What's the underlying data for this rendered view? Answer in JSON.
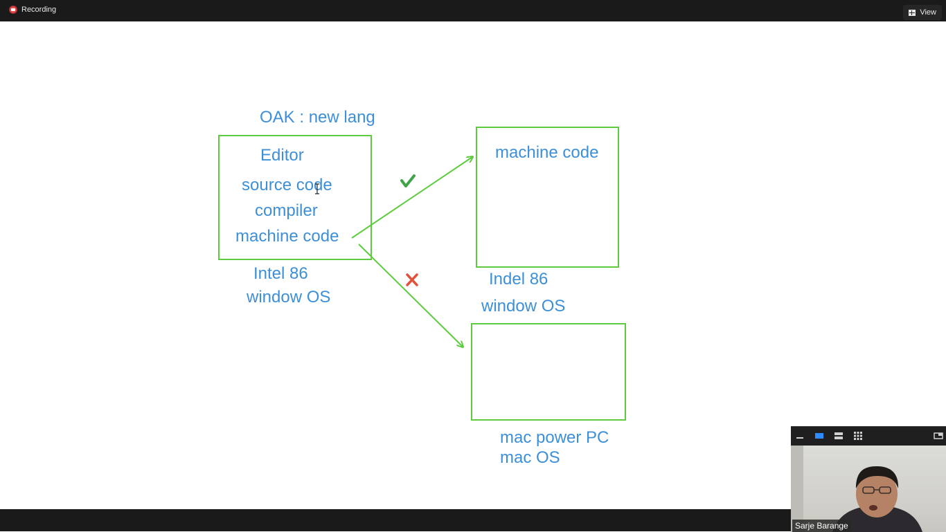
{
  "top_bar": {
    "recording_label": "Recording",
    "view_label": "View"
  },
  "whiteboard": {
    "heading": "OAK : new lang",
    "source_box": {
      "lines": [
        "Editor",
        "source code",
        "compiler",
        "machine code"
      ]
    },
    "source_caption": [
      "Intel 86",
      "window OS"
    ],
    "target_box_text": "machine code",
    "target_caption": [
      "Indel 86",
      "window OS"
    ],
    "mac_caption": [
      "mac power PC",
      "mac OS"
    ],
    "colors": {
      "text": "#3d8fd8",
      "box": "#5ecb3f",
      "check": "#3fa34a",
      "cross": "#e0533a"
    },
    "marks": {
      "success": "check-icon",
      "failure": "cross-icon"
    }
  },
  "video_panel": {
    "participant_name": "Sarje Barange",
    "toolbar_icons": [
      "minimize-icon",
      "speaker-view-icon",
      "strip-view-icon",
      "grid-view-icon",
      "pin-icon"
    ]
  }
}
